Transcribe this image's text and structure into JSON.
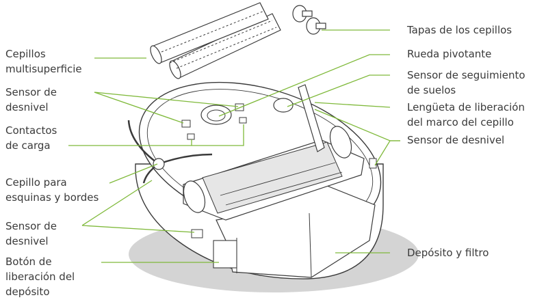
{
  "colors": {
    "leader": "#7fb93a",
    "outline": "#3a3a3a",
    "text": "#3a3a3a",
    "fill_light": "#ffffff",
    "fill_grey": "#e6e6e6",
    "shadow": "#d4d4d4"
  },
  "labels": {
    "tapas": [
      "Tapas de los cepillos"
    ],
    "rueda": [
      "Rueda pivotante"
    ],
    "sensor_seg": [
      "Sensor de seguimiento",
      "de suelos"
    ],
    "lengueta": [
      "Lengüeta de liberación",
      "del marco del cepillo"
    ],
    "sensor_der": [
      "Sensor de desnivel"
    ],
    "deposito": [
      "Depósito y filtro"
    ],
    "cepillos_multi": [
      "Cepillos",
      "multisuperficie"
    ],
    "sensor_top": [
      "Sensor de",
      "desnivel"
    ],
    "contactos": [
      "Contactos",
      "de carga"
    ],
    "cepillo_esq": [
      "Cepillo para",
      "esquinas y bordes"
    ],
    "sensor_bottom": [
      "Sensor de",
      "desnivel"
    ],
    "boton": [
      "Botón de",
      "liberación del",
      "depósito"
    ]
  }
}
